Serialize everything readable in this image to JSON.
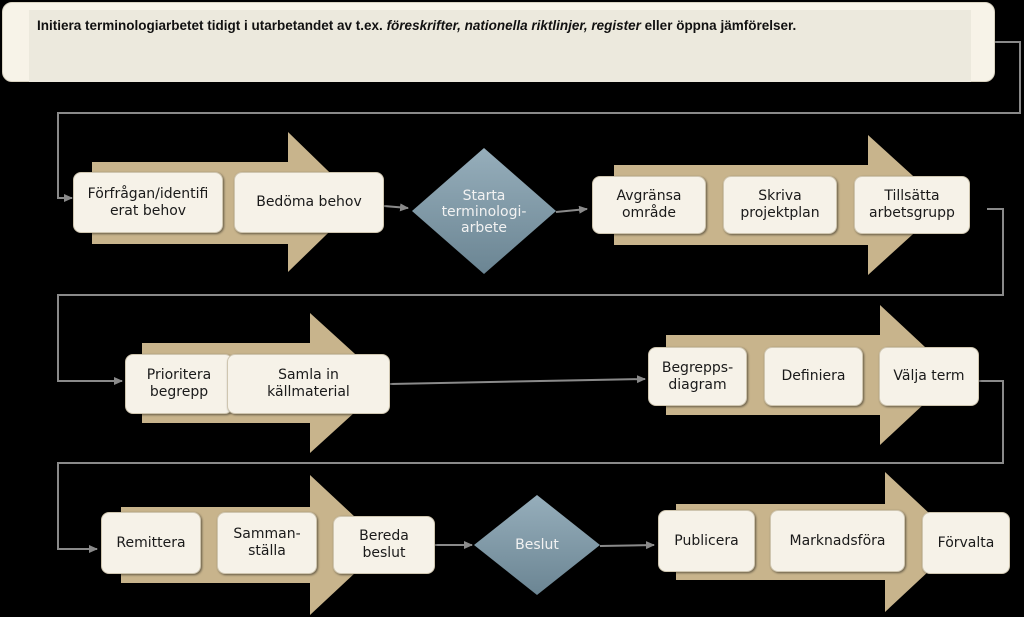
{
  "header": {
    "parts": [
      {
        "text": "Initiera  terminologiarbetet tidigt i utarbetandet av t.ex. ",
        "italic": false
      },
      {
        "text": "föreskrifter, nationella  riktlinjer,  register",
        "italic": true
      },
      {
        "text": " eller öppna jämförelser.",
        "italic": false
      }
    ]
  },
  "steps": {
    "forfragan": "Förfrågan/identifi erat behov",
    "bedoma": "Bedöma behov",
    "starta": "Starta terminologi- arbete",
    "avgransa": "Avgränsa område",
    "skriva": "Skriva projektplan",
    "tillsatta": "Tillsätta arbetsgrupp",
    "prioritera": "Prioritera begrepp",
    "samla": "Samla in källmaterial",
    "begreppsdiagram": "Begrepps- diagram",
    "definiera": "Definiera",
    "valja": "Välja term",
    "remittera": "Remittera",
    "sammanstalla": "Samman- ställa",
    "bereda": "Bereda beslut",
    "beslut": "Beslut",
    "publicera": "Publicera",
    "marknadsfora": "Marknadsföra",
    "forvalta": "Förvalta"
  },
  "colors": {
    "background": "#000000",
    "arrow_fill": "#c8b48c",
    "box_fill": "#f6f2e8",
    "diamond_fill": "#7d97a4",
    "connector": "#8a8a8a"
  }
}
